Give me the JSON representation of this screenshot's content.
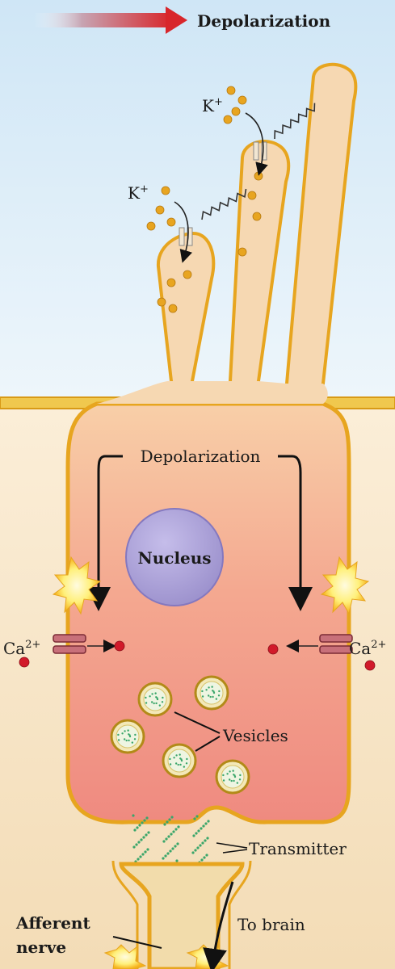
{
  "labels": {
    "top_arrow": "Depolarization",
    "k_left": "K",
    "k_right": "K",
    "k_sup": "+",
    "depolarization_inner": "Depolarization",
    "nucleus": "Nucleus",
    "ca_left": "Ca",
    "ca_right": "Ca",
    "ca_sup": "2+",
    "vesicles": "Vesicles",
    "transmitter": "Transmitter",
    "afferent_line1": "Afferent",
    "afferent_line2": "nerve",
    "to_brain": "To brain"
  },
  "colors": {
    "sky_top": "#cfe6f6",
    "sky_bottom": "#eef6fb",
    "tissue_top": "#fbeed8",
    "tissue_bottom": "#f3dcb6",
    "cell_membrane": "#e7a51f",
    "cell_fill_top": "#f8c8a4",
    "cell_fill_bottom": "#f08c84",
    "stereocilia_fill": "#f6d8b2",
    "nucleus_fill": "#a9a0d6",
    "nerve_fill": "#f2dcab",
    "k_ion": "#e8a520",
    "ca_ion": "#d11a2a",
    "vesicle_dots": "#3aa66a",
    "arrow_red": "#d8262b"
  }
}
